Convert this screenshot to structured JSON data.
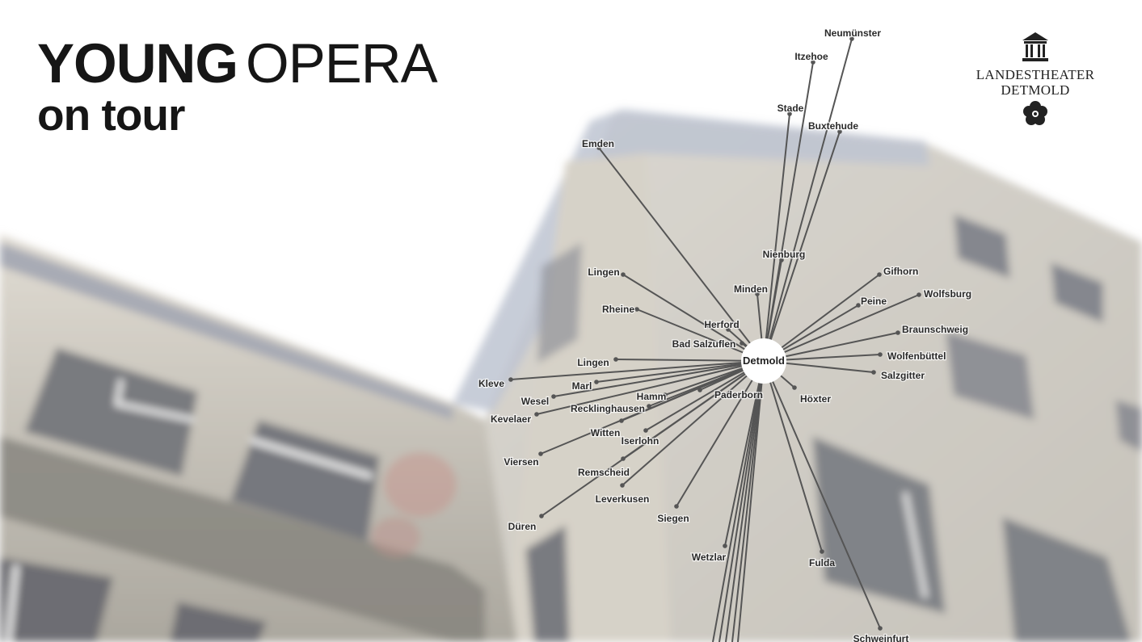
{
  "title": {
    "word1": "YOUNG",
    "word2": "OPERA",
    "subtitle": "on tour"
  },
  "logo": {
    "line1": "LANDESTHEATER",
    "line2": "DETMOLD",
    "icon": "theatre-building-icon",
    "rose": "rose-emblem-icon"
  },
  "hub": {
    "name": "Detmold"
  },
  "colors": {
    "text": "#161616",
    "lines": "#555555",
    "sky": "#ffffff",
    "building": "#b9b4a8"
  },
  "destinations": [
    "Neumünster",
    "Itzehoe",
    "Stade",
    "Buxtehude",
    "Emden",
    "Nienburg",
    "Minden",
    "Lingen",
    "Rheine",
    "Herford",
    "Bad Salzuflen",
    "Gifhorn",
    "Peine",
    "Wolfsburg",
    "Braunschweig",
    "Wolfenbüttel",
    "Salzgitter",
    "Lingen",
    "Kleve",
    "Marl",
    "Wesel",
    "Hamm",
    "Paderborn",
    "Höxter",
    "Recklinghausen",
    "Kevelaer",
    "Witten",
    "Iserlohn",
    "Viersen",
    "Remscheid",
    "Leverkusen",
    "Siegen",
    "Düren",
    "Wetzlar",
    "Fulda",
    "Schweinfurt"
  ]
}
